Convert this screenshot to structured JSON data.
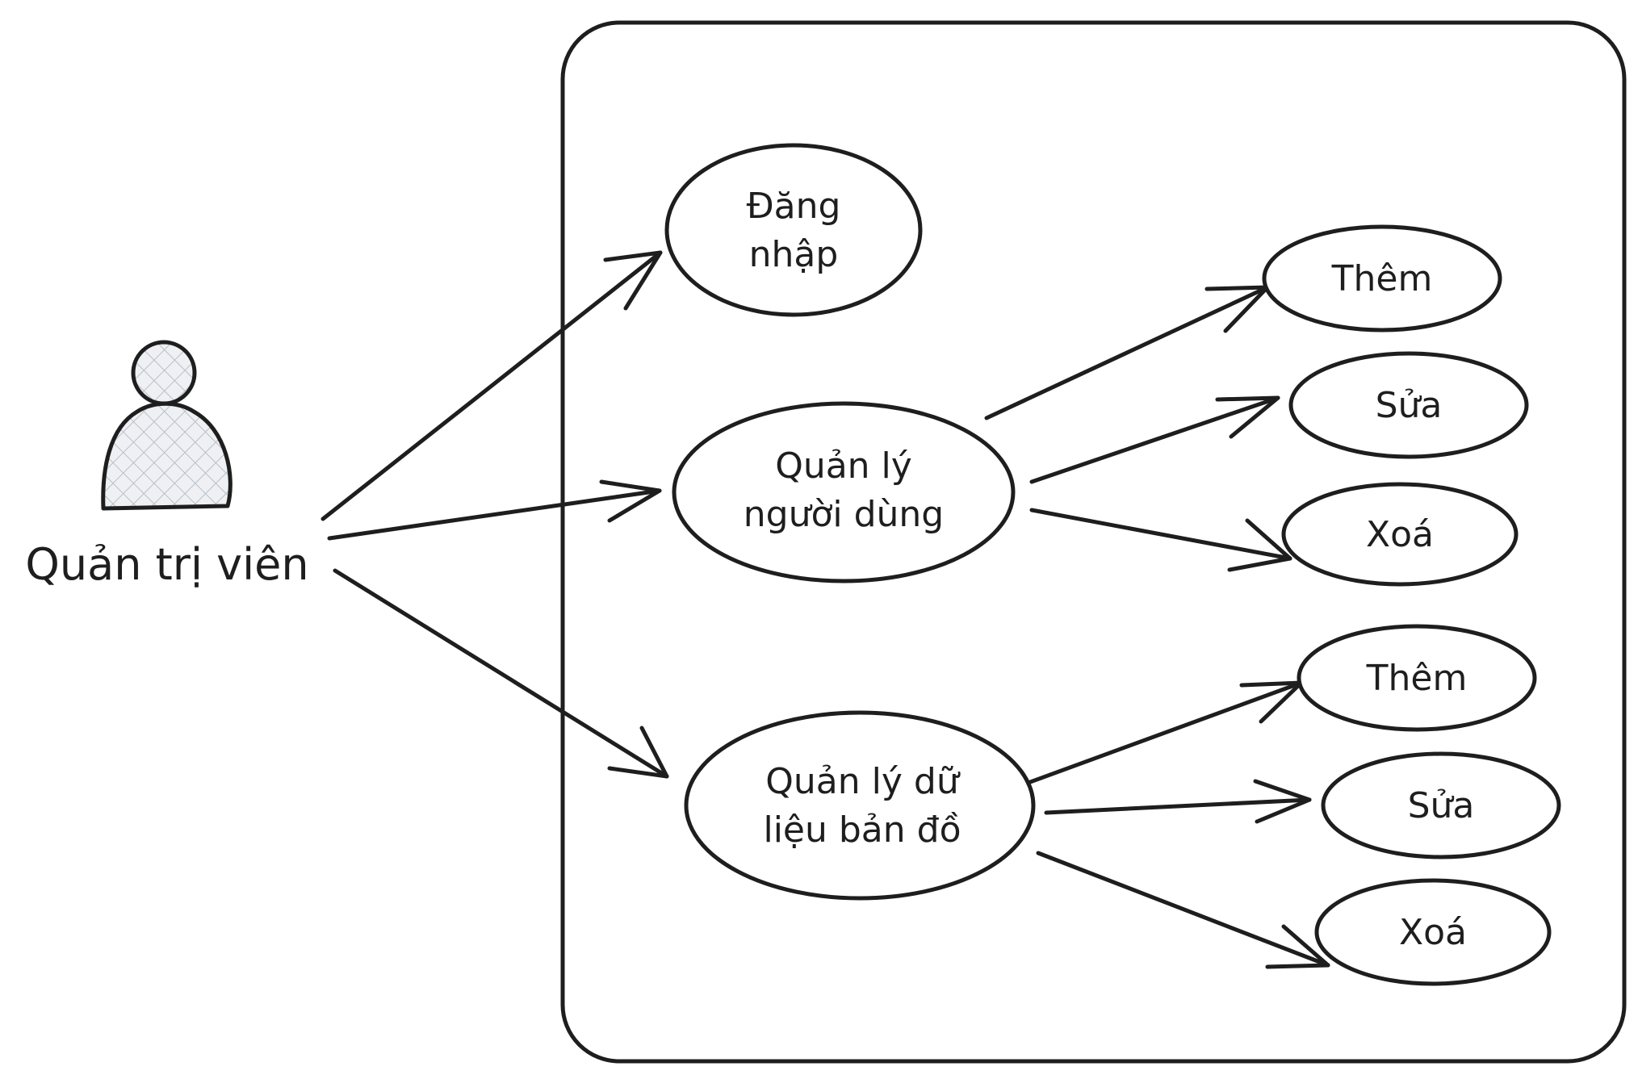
{
  "actor": {
    "name": "Quản trị viên",
    "icon": "person-icon"
  },
  "use_cases": {
    "login": {
      "line1": "Đăng",
      "line2": "nhập"
    },
    "user_mgmt": {
      "line1": "Quản lý",
      "line2": "người dùng"
    },
    "map_data_mgmt": {
      "line1": "Quản lý dữ",
      "line2": "liệu bản đồ"
    },
    "user_add": "Thêm",
    "user_edit": "Sửa",
    "user_delete": "Xoá",
    "map_add": "Thêm",
    "map_edit": "Sửa",
    "map_delete": "Xoá"
  },
  "colors": {
    "stroke": "#1e1e1e",
    "actor_fill": "#d9dde3",
    "background": "#ffffff"
  }
}
